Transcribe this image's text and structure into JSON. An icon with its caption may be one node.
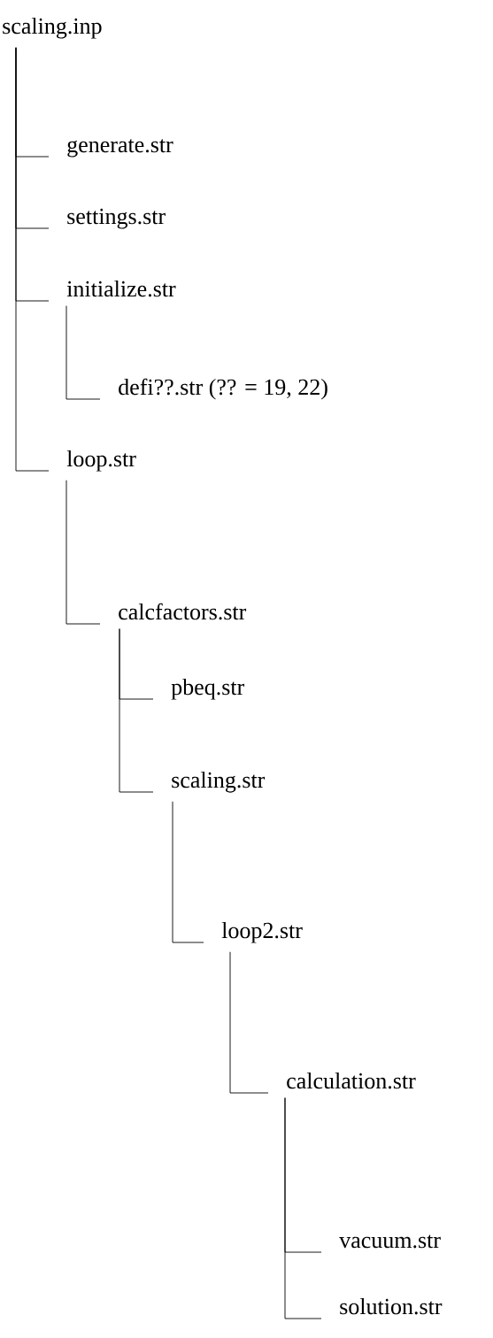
{
  "diagram": {
    "nodes": [
      {
        "text": [
          "scaling.inp"
        ]
      },
      {
        "text": [
          "generate.str"
        ]
      },
      {
        "text": [
          "settings.str"
        ]
      },
      {
        "text": [
          "initialize.str"
        ]
      },
      {
        "text": [
          "defi??.str (?? = 19, 22)"
        ]
      },
      {
        "text": [
          "loop.str"
        ]
      },
      {
        "text": [
          "calcfactors.str"
        ]
      },
      {
        "text": [
          "pbeq.str"
        ]
      },
      {
        "text": [
          "scaling.str"
        ]
      },
      {
        "text": [
          "loop2.str"
        ]
      },
      {
        "text": [
          "calculation.str"
        ]
      },
      {
        "text": [
          "vacuum.str"
        ]
      },
      {
        "text": [
          "solution.str"
        ]
      }
    ],
    "edges": [
      {
        "from": 0,
        "to": 1,
        "arrow": "none"
      },
      {
        "from": 0,
        "to": 2,
        "arrow": "none"
      },
      {
        "from": 0,
        "to": 3,
        "arrow": "none"
      },
      {
        "from": 3,
        "to": 4,
        "arrow": "none"
      },
      {
        "from": 0,
        "to": 5,
        "arrow": "none"
      },
      {
        "from": 5,
        "to": 6,
        "arrow": "none"
      },
      {
        "from": 6,
        "to": 7,
        "arrow": "none"
      },
      {
        "from": 6,
        "to": 8,
        "arrow": "none"
      },
      {
        "from": 8,
        "to": 9,
        "arrow": "none"
      },
      {
        "from": 9,
        "to": 10,
        "arrow": "none"
      },
      {
        "from": 10,
        "to": 11,
        "arrow": "none"
      },
      {
        "from": 10,
        "to": 12,
        "arrow": "none"
      }
    ]
  }
}
